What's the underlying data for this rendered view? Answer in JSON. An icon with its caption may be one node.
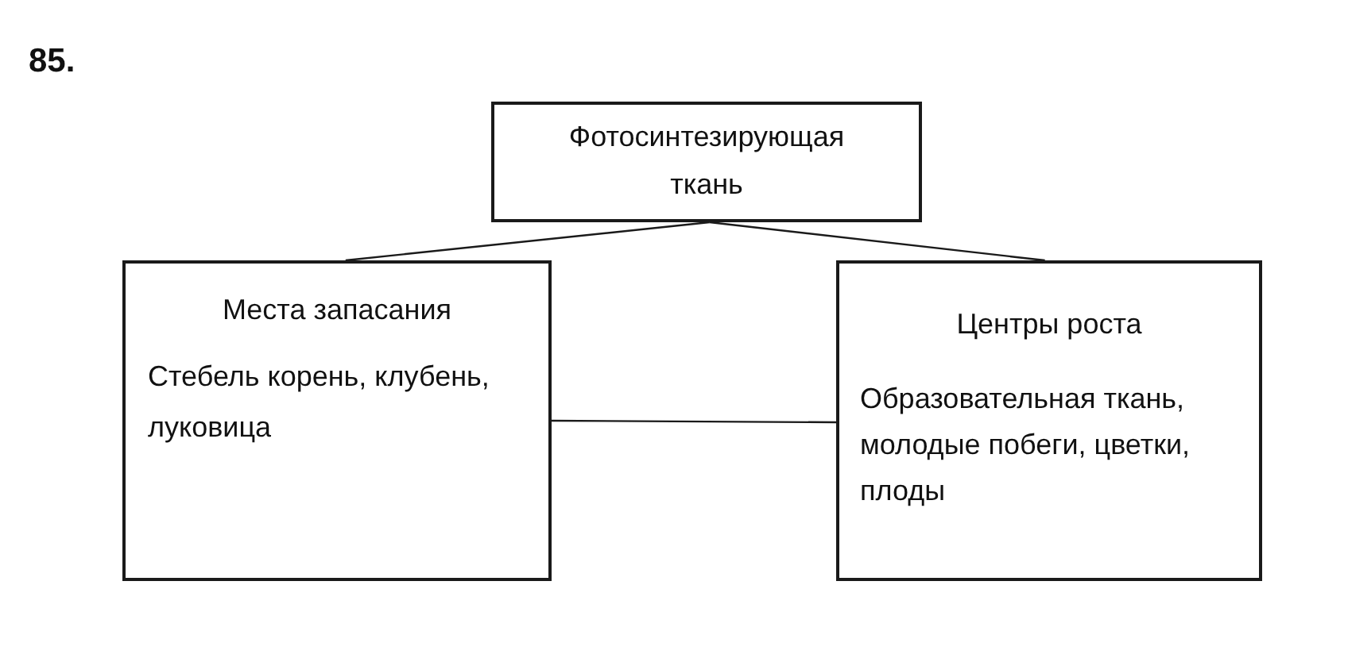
{
  "diagram": {
    "nodes": [
      {
        "text": [
          "Фотосинтезирующая ткань"
        ]
      },
      {
        "text": [
          "Места запасания",
          "Стебель корень, клубень, луковица"
        ]
      },
      {
        "text": [
          "Центры роста",
          "Образовательная ткань, молодые побеги, цветки, плоды"
        ]
      }
    ],
    "edges": [
      {
        "from": 0,
        "to": 1,
        "arrow": "none"
      },
      {
        "from": 0,
        "to": 2,
        "arrow": "none"
      },
      {
        "from": 1,
        "to": 2,
        "arrow": "none"
      }
    ],
    "labels": [
      "85."
    ]
  }
}
